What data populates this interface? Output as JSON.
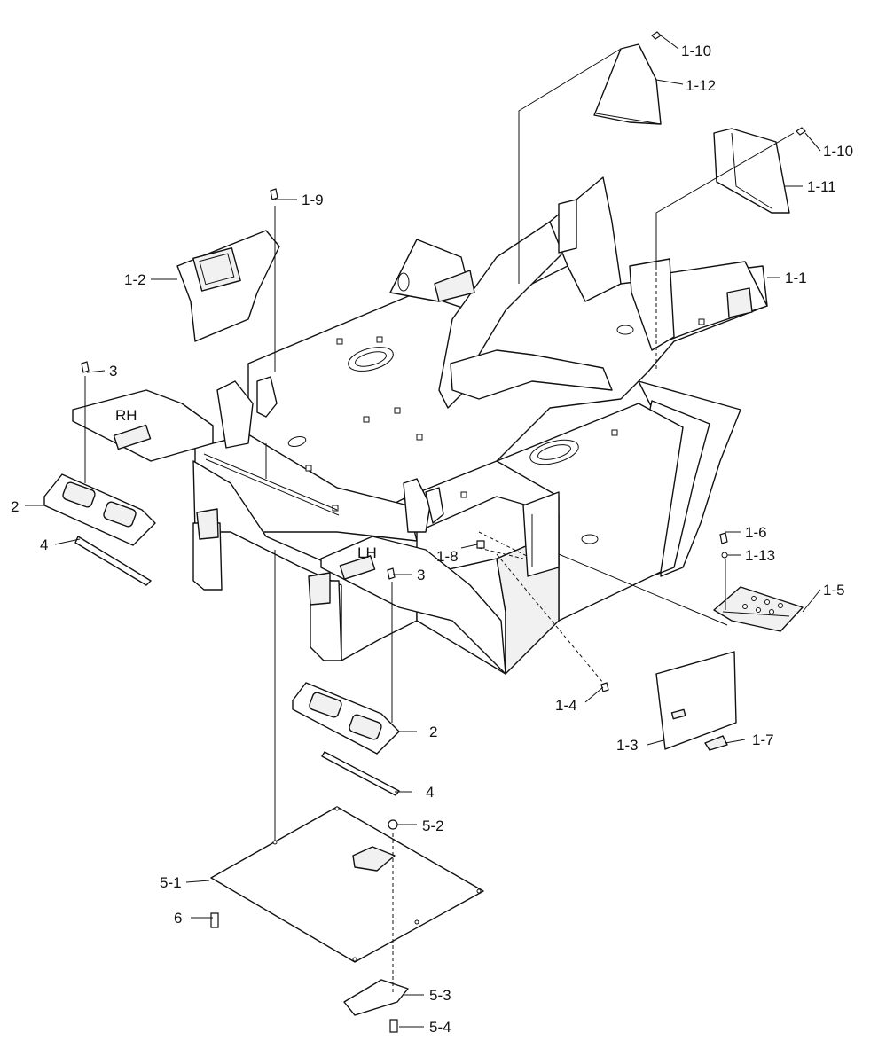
{
  "side_labels": {
    "rh": "RH",
    "lh": "LH"
  },
  "callouts": {
    "c1_10a": "1-10",
    "c1_12": "1-12",
    "c1_10b": "1-10",
    "c1_11": "1-11",
    "c1_9": "1-9",
    "c1_2": "1-2",
    "c1_1": "1-1",
    "c3a": "3",
    "c2a": "2",
    "c4a": "4",
    "c1_6": "1-6",
    "c1_13": "1-13",
    "c1_8": "1-8",
    "c3b": "3",
    "c1_5": "1-5",
    "c1_4": "1-4",
    "c2b": "2",
    "c1_3": "1-3",
    "c1_7": "1-7",
    "c4b": "4",
    "c5_2": "5-2",
    "c5_1": "5-1",
    "c6": "6",
    "c5_3": "5-3",
    "c5_4": "5-4"
  }
}
